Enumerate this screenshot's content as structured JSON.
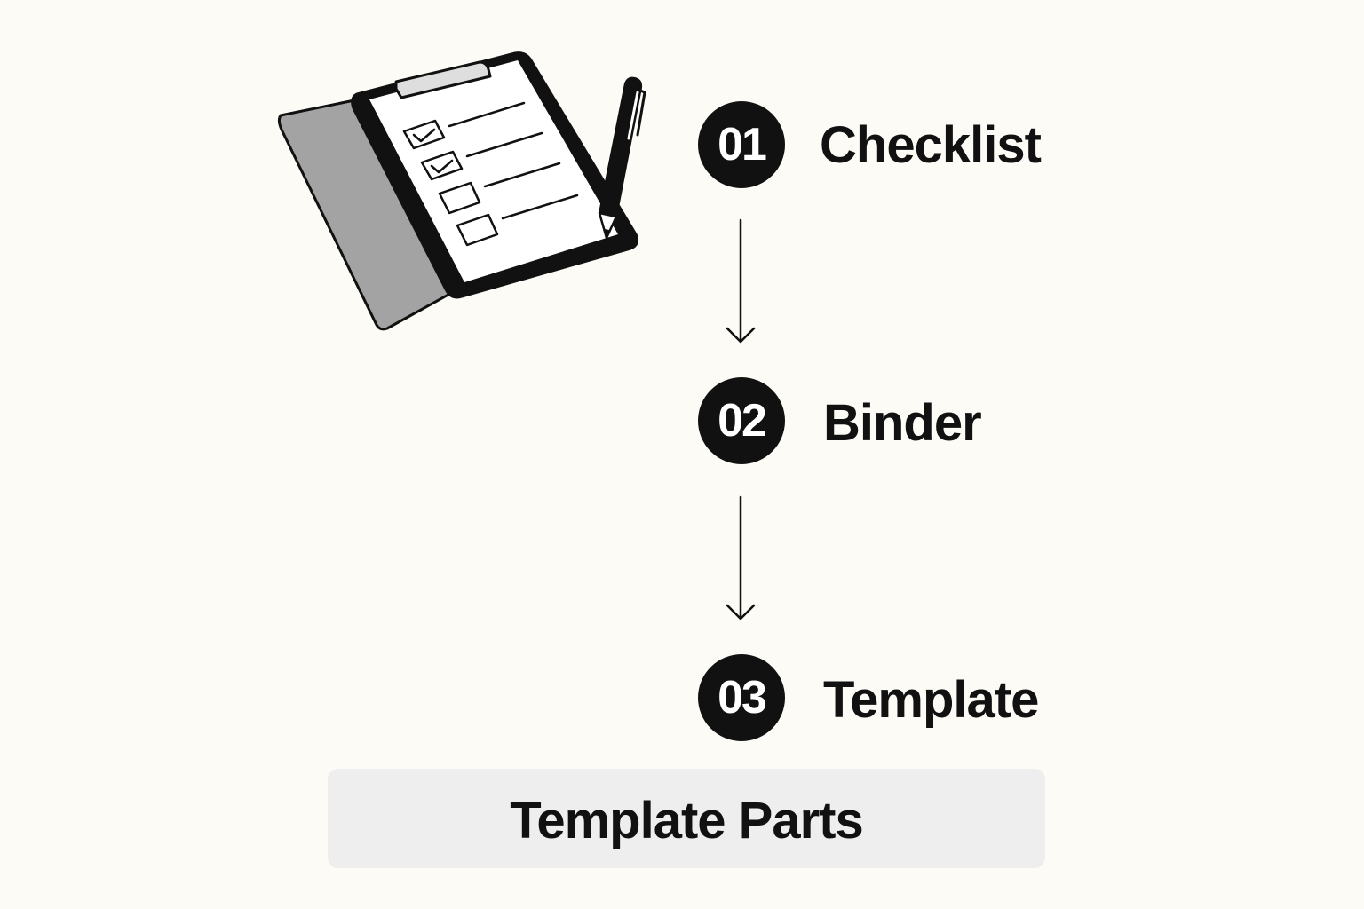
{
  "steps": [
    {
      "number": "01",
      "label": "Checklist"
    },
    {
      "number": "02",
      "label": "Binder"
    },
    {
      "number": "03",
      "label": "Template"
    }
  ],
  "footer": {
    "title": "Template Parts"
  },
  "illustration": {
    "icon": "clipboard-checklist-with-pen-icon",
    "checked_items": 2,
    "total_items": 4
  },
  "colors": {
    "background": "#fdfbf6",
    "badge": "#111111",
    "footer_box": "#eeeeee",
    "binder_cover": "#a3a3a3"
  }
}
